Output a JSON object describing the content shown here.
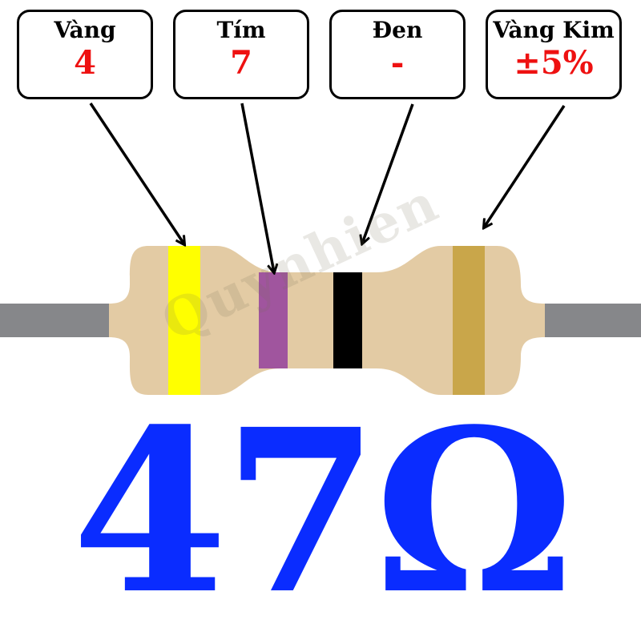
{
  "bands": [
    {
      "name": "Vàng",
      "value": "4",
      "color": "#ffff00"
    },
    {
      "name": "Tím",
      "value": "7",
      "color": "#a0559e"
    },
    {
      "name": "Đen",
      "value": "-",
      "color": "#000000"
    },
    {
      "name": "Vàng Kim",
      "value": "±5%",
      "color": "#c9a64a"
    }
  ],
  "colors": {
    "resistor_body": "#e3cba4",
    "lead_wire": "#86878a",
    "label_value_text": "#ee1111",
    "result_text": "#0a2cff"
  },
  "watermark": "Quynhien",
  "result": "47Ω"
}
